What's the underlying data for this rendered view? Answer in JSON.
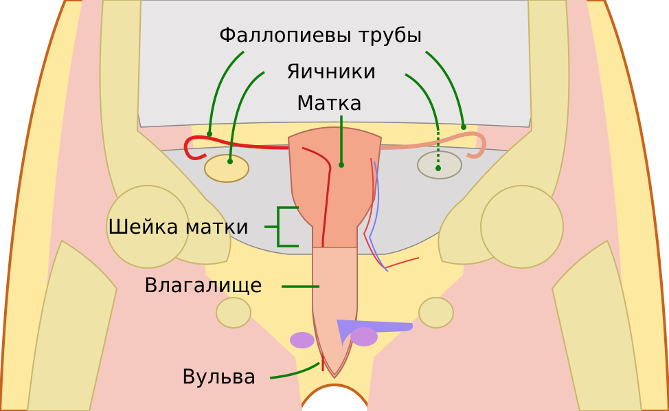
{
  "title": "Female reproductive system diagram",
  "labels": {
    "fallopian_tubes": "Фаллопиевы трубы",
    "ovaries": "Яичники",
    "uterus": "Матка",
    "cervix": "Шейка матки",
    "vagina": "Влагалище",
    "vulva": "Вульва"
  },
  "colors": {
    "skin": "#fde9a0",
    "muscle": "#f6c9c0",
    "bone": "#efe3a8",
    "pelvic_cavity": "#e3e1e1",
    "uterus": "#f3a68a",
    "label_line": "#0b7d0b",
    "outline": "#c8641e"
  }
}
